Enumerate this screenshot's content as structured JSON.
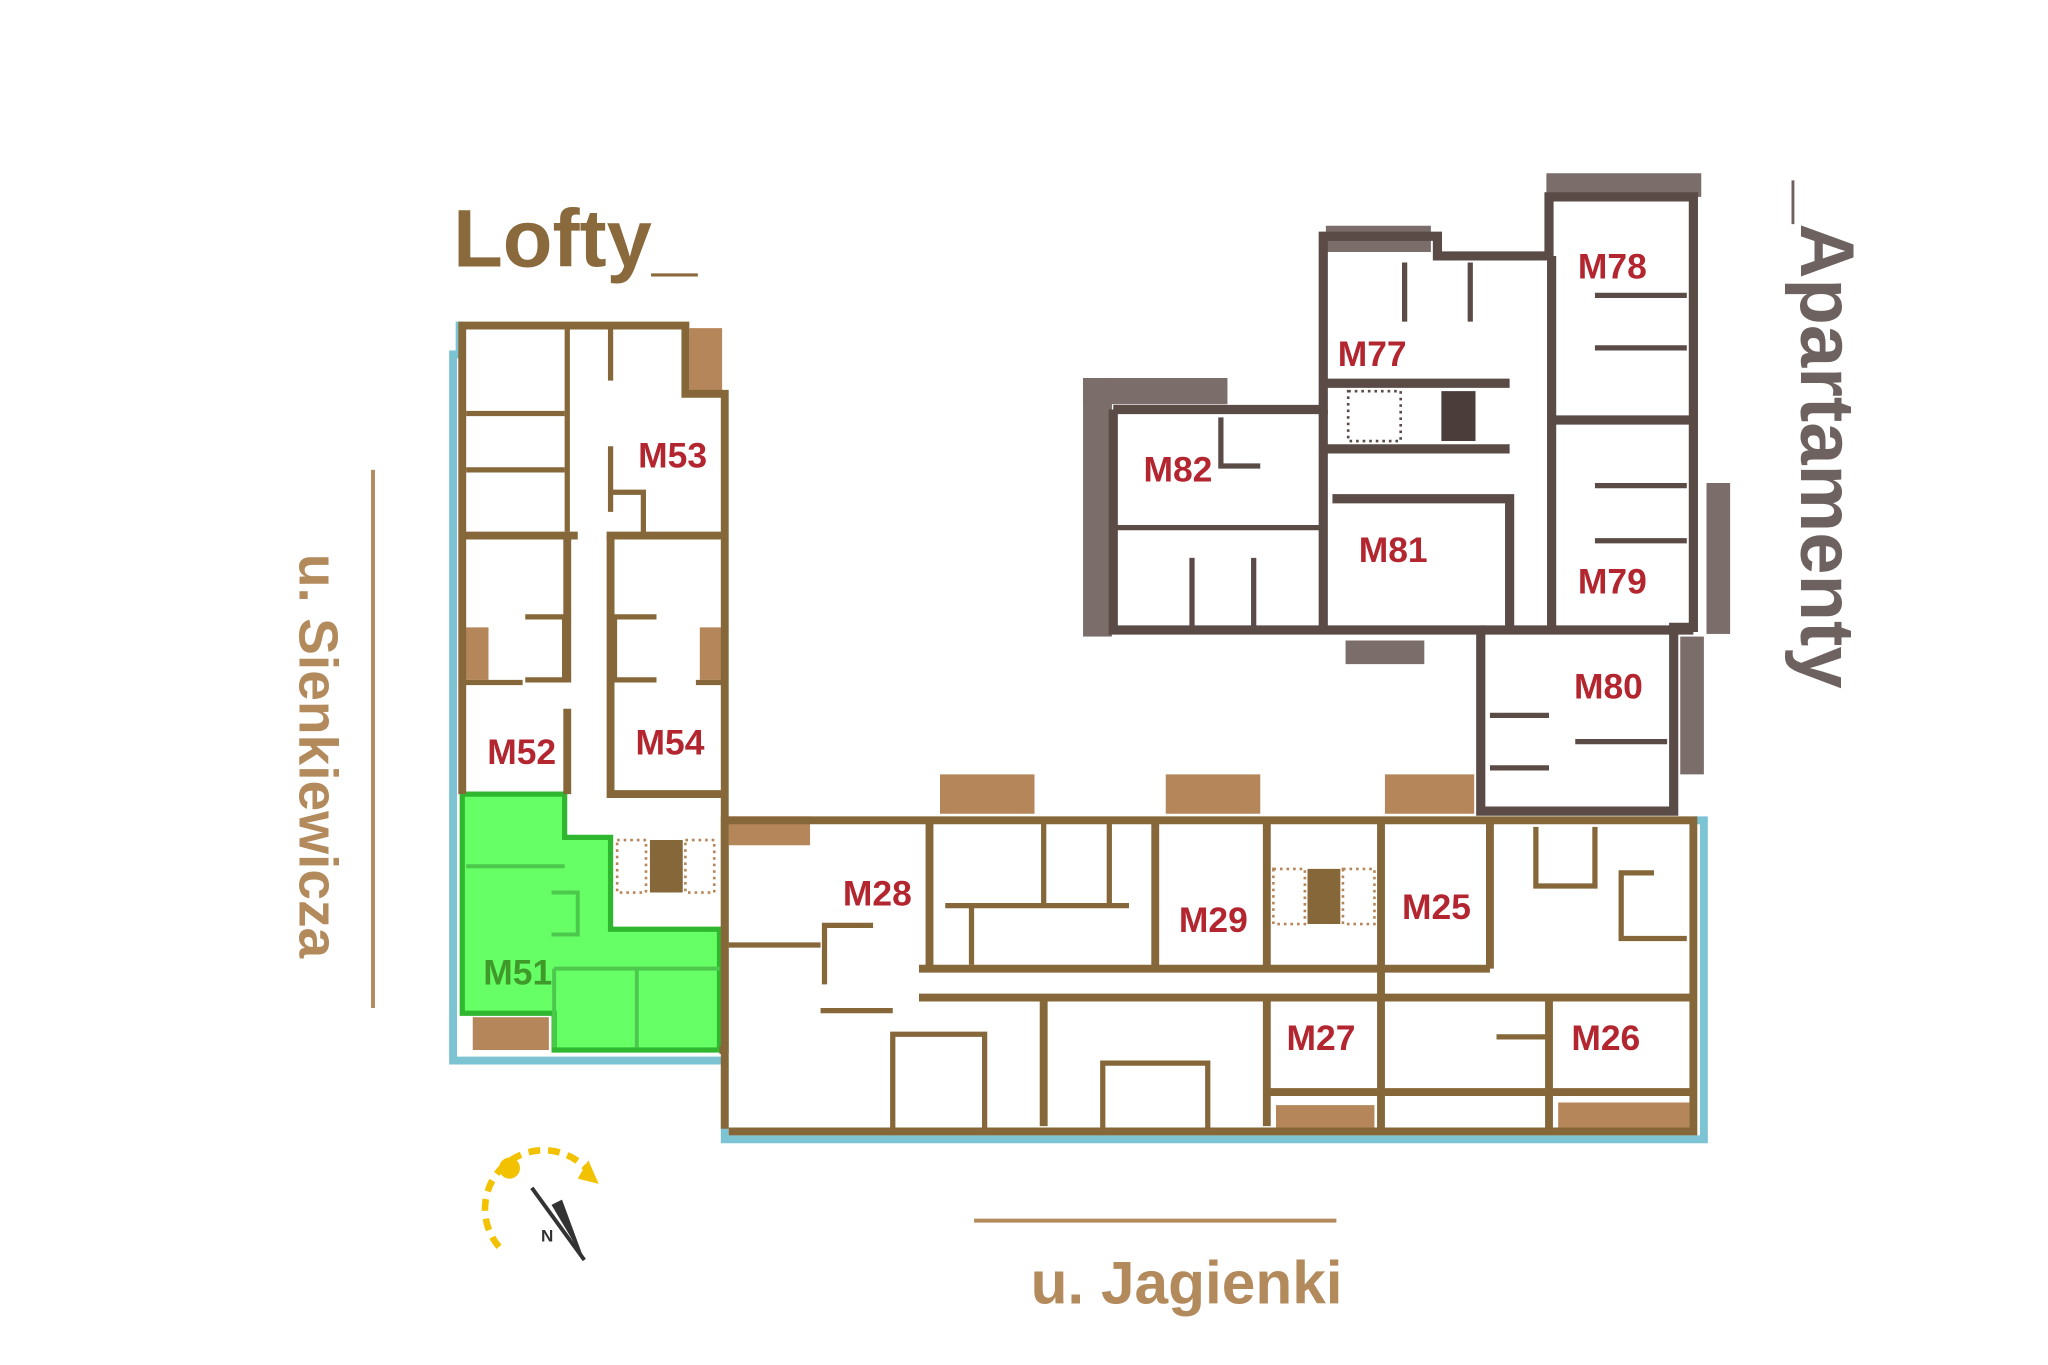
{
  "titles": {
    "lofts": "Lofty_",
    "apartments": "_Apartamenty"
  },
  "streets": {
    "west": "u. Sienkiewicza",
    "south": "u. Jagienki"
  },
  "compass": {
    "label": "N"
  },
  "selected_unit": "M51",
  "colors": {
    "selected": "#66ff66",
    "label": "#b32630",
    "loft_wall": "#85673a",
    "apartment_wall": "#5b4b47",
    "street_border": "#7cc3d3",
    "balcony": "#b5865a"
  },
  "units": {
    "m51": "M51",
    "m52": "M52",
    "m53": "M53",
    "m54": "M54",
    "m28": "M28",
    "m29": "M29",
    "m25": "M25",
    "m27": "M27",
    "m26": "M26",
    "m77": "M77",
    "m78": "M78",
    "m82": "M82",
    "m81": "M81",
    "m79": "M79",
    "m80": "M80"
  }
}
